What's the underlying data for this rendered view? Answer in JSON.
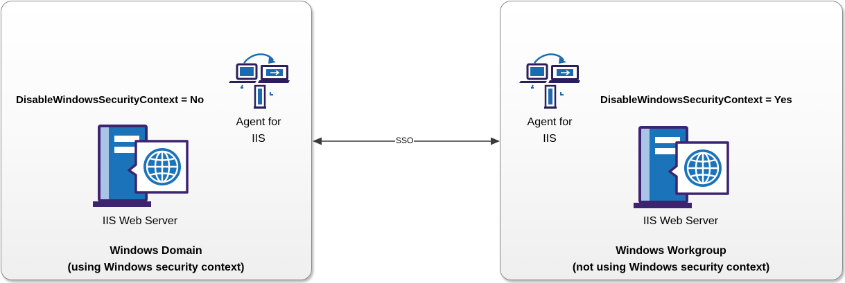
{
  "left": {
    "property": "DisableWindowsSecurityContext = No",
    "agent_label_line1": "Agent for",
    "agent_label_line2": "IIS",
    "server_label": "IIS Web Server",
    "title_line1": "Windows Domain",
    "title_line2": "(using Windows security context)"
  },
  "right": {
    "property": "DisableWindowsSecurityContext = Yes",
    "agent_label_line1": "Agent for",
    "agent_label_line2": "IIS",
    "server_label": "IIS Web Server",
    "title_line1": "Windows Workgroup",
    "title_line2": "(not using Windows security context)"
  },
  "connector": {
    "label": "SSO"
  },
  "colors": {
    "navy": "#2a1f5c",
    "blue": "#1a6bb0",
    "server_body": "#1b73b9",
    "server_side": "#a9c5e6",
    "purple": "#3d2470"
  },
  "icons": {
    "agent": "agent-for-iis-icon",
    "server": "iis-web-server-icon",
    "globe": "globe-icon"
  }
}
